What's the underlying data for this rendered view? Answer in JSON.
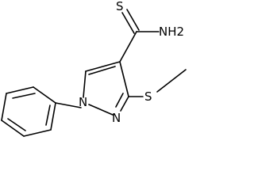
{
  "molecule": {
    "atoms": {
      "S_thioamide": "S",
      "NH2_amide": "NH2",
      "S_methylthio": "S",
      "N1": "N",
      "N2": "N"
    }
  }
}
